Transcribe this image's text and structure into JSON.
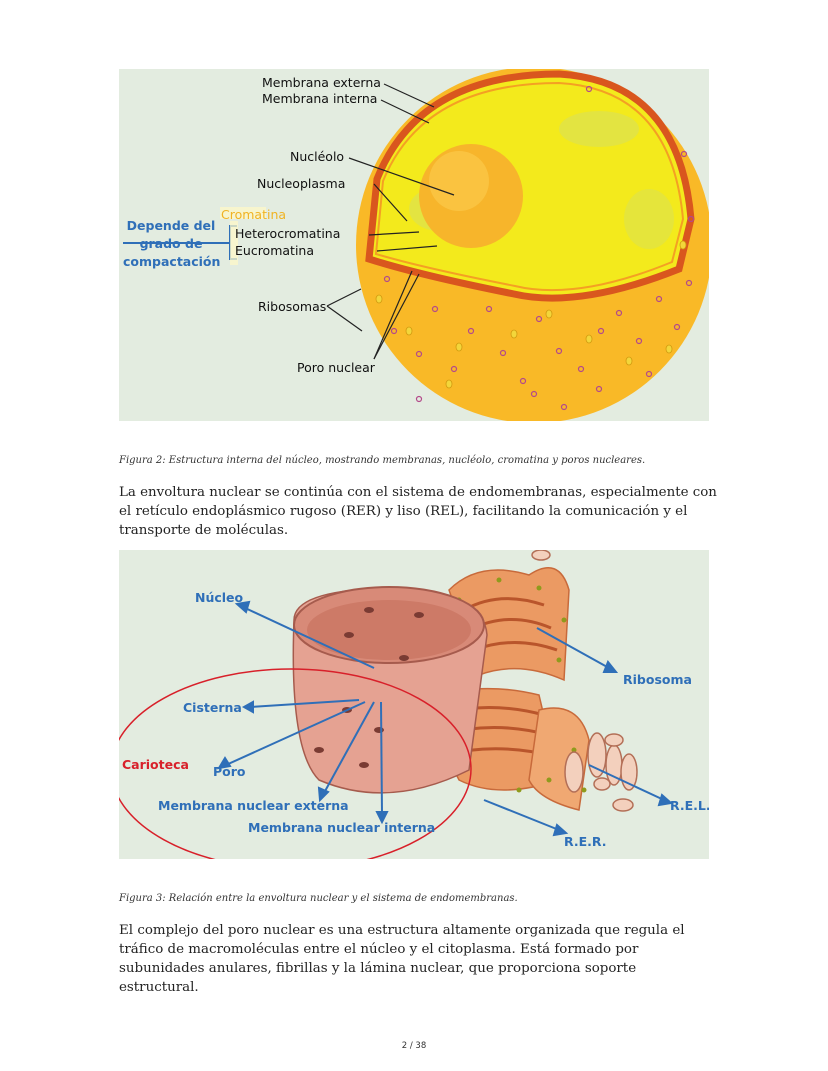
{
  "figure2": {
    "labels": {
      "membrana_externa": "Membrana externa",
      "membrana_interna": "Membrana interna",
      "nucleolo": "Nucléolo",
      "nucleoplasma": "Nucleoplasma",
      "cromatina": "Cromatina",
      "heterocromatina": "Heterocromatina",
      "eucromatina": "Eucromatina",
      "depende_line1": "Depende del",
      "depende_line2": "grado de",
      "depende_line3": "compactación",
      "ribosomas": "Ribosomas",
      "poro_nuclear": "Poro nuclear"
    },
    "caption": "Figura 2: Estructura interna del núcleo, mostrando membranas, nucléolo, cromatina y poros nucleares.",
    "colors": {
      "cytoplasm": "#f9b927",
      "nucleoplasm": "#f3ea1c",
      "membrane": "#d9561e",
      "nucleolus": "#f7b52b",
      "label_blue": "#2f6fb8",
      "cromatina_label": "#f0b323"
    }
  },
  "paragraph1": "La envoltura nuclear se continúa con el sistema de endomembranas, especialmente con el retículo endoplásmico rugoso (RER) y liso (REL), facilitando la comunicación y el transporte de moléculas.",
  "figure3": {
    "labels": {
      "nucleo": "Núcleo",
      "ribosoma": "Ribosoma",
      "cisterna": "Cisterna",
      "carioteca": "Carioteca",
      "poro": "Poro",
      "membrana_nuclear_externa": "Membrana nuclear externa",
      "membrana_nuclear_interna": "Membrana nuclear interna",
      "rer": "R.E.R.",
      "rel": "R.E.L."
    },
    "caption": "Figura 3: Relación entre la envoltura nuclear y el sistema de endomembranas.",
    "colors": {
      "label_blue": "#2f6fb8",
      "carioteca_red": "#d8202a",
      "nucleus_pink": "#e5a292",
      "er_orange": "#eb9a63"
    }
  },
  "paragraph2": "El complejo del poro nuclear es una estructura altamente organizada que regula el tráfico de macromoléculas entre el núcleo y el citoplasma. Está formado por subunidades anulares, fibrillas y la lámina nuclear, que proporciona soporte estructural.",
  "page_number": "2 / 38"
}
